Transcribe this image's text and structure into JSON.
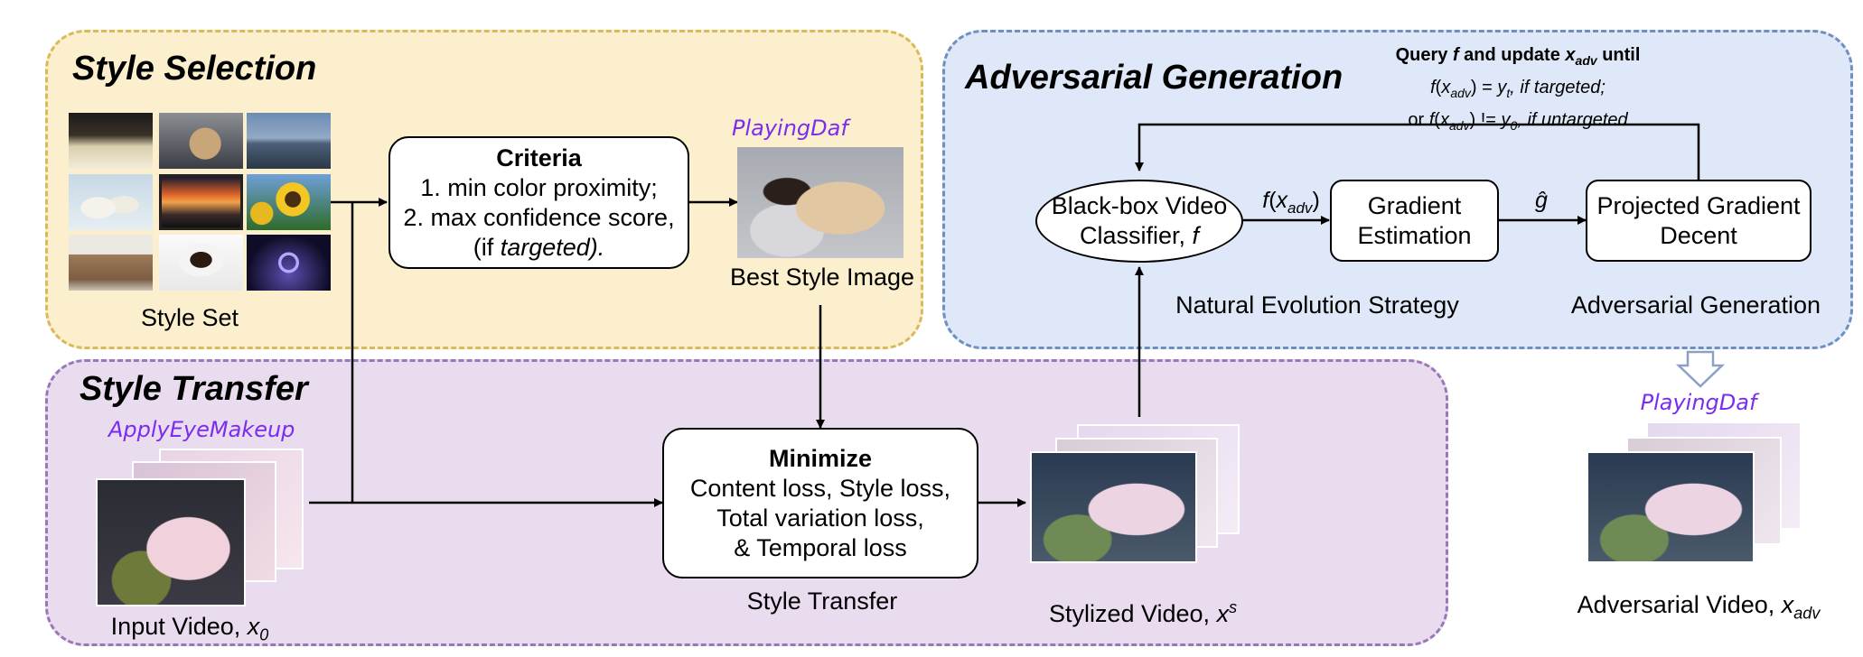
{
  "panels": {
    "style_selection": {
      "title": "Style Selection",
      "color": "#fcefcd",
      "border": "#d9b95a"
    },
    "style_transfer": {
      "title": "Style Transfer",
      "color": "#e9dcee",
      "border": "#9a78b8"
    },
    "adversarial_generation": {
      "title": "Adversarial Generation",
      "color": "#dfe8f8",
      "border": "#6f8fbf"
    }
  },
  "style_set": {
    "label": "Style Set",
    "thumbnails": [
      "bowl",
      "person-drum",
      "bridge",
      "polar-bears",
      "sunset",
      "sunflower",
      "sofa",
      "coffee-cup",
      "apple-logo"
    ]
  },
  "criteria": {
    "title": "Criteria",
    "line1": "1. min color proximity;",
    "line2": "2. max confidence score,",
    "line3_pre": "(if ",
    "line3_em": "targeted).",
    "line3_post": ""
  },
  "best_style": {
    "class_label": "PlayingDaf",
    "caption": "Best Style Image"
  },
  "input_video": {
    "class_label": "ApplyEyeMakeup",
    "caption": "Input Video, ",
    "var": "x",
    "sub": "0"
  },
  "minimize": {
    "title": "Minimize",
    "line1": "Content loss, Style loss,",
    "line2": "Total variation loss,",
    "line3": "& Temporal loss",
    "caption": "Style Transfer"
  },
  "stylized_video": {
    "caption": "Stylized Video, ",
    "var": "x",
    "sup": "s"
  },
  "classifier": {
    "line1": "Black-box Video",
    "line2": "Classifier, ",
    "f": "f"
  },
  "f_label": {
    "f": "f",
    "open": "(",
    "x": "x",
    "sub": "adv",
    "close": ")"
  },
  "gradient": {
    "line1": "Gradient",
    "line2": "Estimation",
    "caption": "Natural Evolution Strategy"
  },
  "ghat": "ĝ",
  "pgd": {
    "line1": "Projected Gradient",
    "line2": "Decent",
    "caption": "Adversarial Generation"
  },
  "query": {
    "line1_pre": "Query ",
    "line1_f": "f",
    "line1_mid": " and update ",
    "line1_x": "x",
    "line1_sub": "adv",
    "line1_post": " until",
    "line2_f": "f",
    "line2_open": "(",
    "line2_x": "x",
    "line2_sub": "adv",
    "line2_mid": ") = ",
    "line2_y": "y",
    "line2_ysub": "t",
    "line2_post": ", if targeted;",
    "line3_pre": "or ",
    "line3_f": "f",
    "line3_open": "(",
    "line3_x": "x",
    "line3_sub": "adv",
    "line3_mid": ") != ",
    "line3_y": "y",
    "line3_ysub": "0",
    "line3_post": ", if untargeted"
  },
  "adversarial_video": {
    "class_label": "PlayingDaf",
    "caption": "Adversarial Video, ",
    "var": "x",
    "sub": "adv"
  }
}
